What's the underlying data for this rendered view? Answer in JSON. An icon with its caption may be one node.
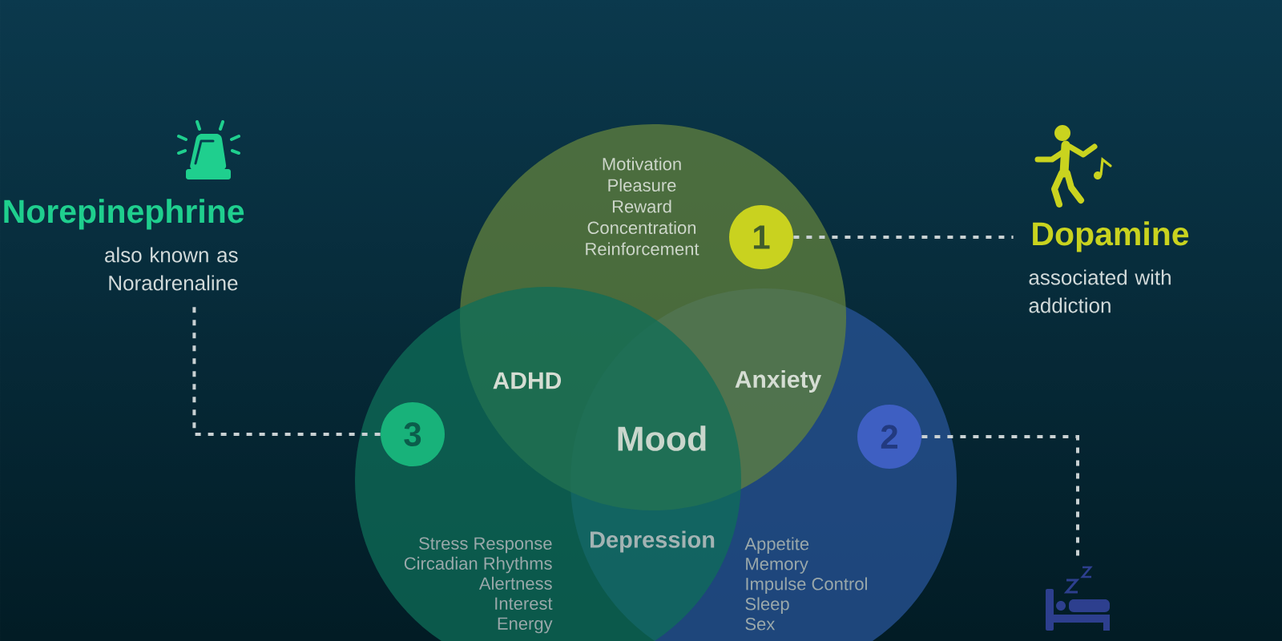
{
  "diagram": {
    "nodes": [
      {
        "text": [
          "Norepinephrine",
          "also known as Noradrenaline"
        ]
      },
      {
        "text": [
          "Motivation",
          "Pleasure",
          "Reward",
          "Concentration",
          "Reinforcement"
        ]
      },
      {
        "text": [
          "1"
        ],
        "in": 1
      },
      {
        "text": [
          "Dopamine",
          "associated with addiction"
        ]
      },
      {
        "text": [
          "Stress Response",
          "Circadian Rhythms",
          "Alertness",
          "Interest",
          "Energy"
        ]
      },
      {
        "text": [
          "3"
        ],
        "in": 4
      },
      {
        "text": [
          "Appetite",
          "Memory",
          "Impulse Control",
          "Sleep",
          "Sex"
        ]
      },
      {
        "text": [
          "2"
        ],
        "in": 6
      },
      {
        "text": [],
        "shape": "picture"
      }
    ],
    "edges": [
      {
        "from": 2,
        "to": 3,
        "arrow": "none",
        "style": "dashed"
      },
      {
        "from": 7,
        "to": 8,
        "arrow": "none",
        "style": "dashed"
      },
      {
        "from": 5,
        "to": 0,
        "arrow": "none",
        "style": "dashed"
      }
    ],
    "labels": [
      "ADHD",
      "Anxiety",
      "Mood",
      "Depression"
    ]
  }
}
